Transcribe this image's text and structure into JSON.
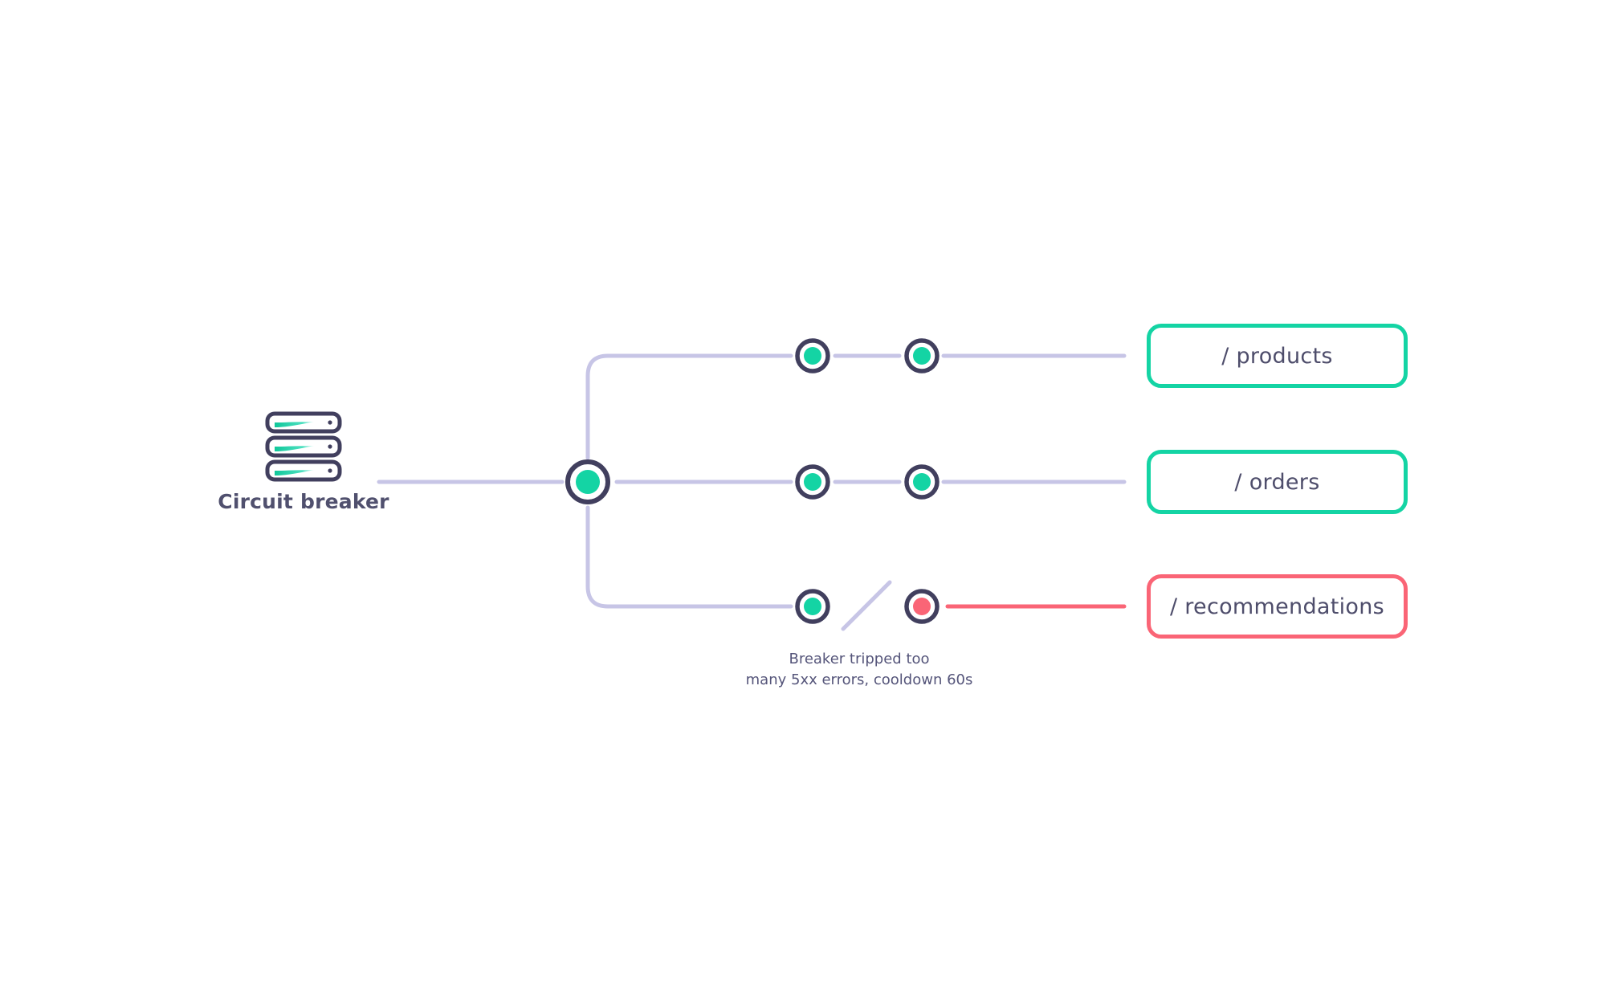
{
  "diagram": {
    "title": "Circuit breaker routing diagram",
    "background": "#ffffff"
  },
  "source": {
    "label": "Circuit breaker",
    "icon": "server-stack-icon"
  },
  "colors": {
    "healthy": "#14d4a4",
    "failed": "#fa6576",
    "node_ring": "#413f5e",
    "wire": "#c7c5e6",
    "text": "#4e4d6b"
  },
  "hub": {
    "name": "fan-out-hub",
    "state": "healthy"
  },
  "routes": [
    {
      "id": "products",
      "label": "/ products",
      "status": "healthy",
      "link_color": "#c7c5e6",
      "border_color": "#14d4a4",
      "nodes": [
        "healthy",
        "healthy"
      ],
      "broken_link": false
    },
    {
      "id": "orders",
      "label": "/ orders",
      "status": "healthy",
      "link_color": "#c7c5e6",
      "border_color": "#14d4a4",
      "nodes": [
        "healthy",
        "healthy"
      ],
      "broken_link": false
    },
    {
      "id": "recommendations",
      "label": "/ recommendations",
      "status": "failed",
      "link_color": "#fa6576",
      "border_color": "#fa6576",
      "nodes": [
        "healthy",
        "failed"
      ],
      "broken_link": true
    }
  ],
  "caption": {
    "line1": "Breaker tripped too",
    "line2": "many 5xx errors, cooldown 60s"
  }
}
